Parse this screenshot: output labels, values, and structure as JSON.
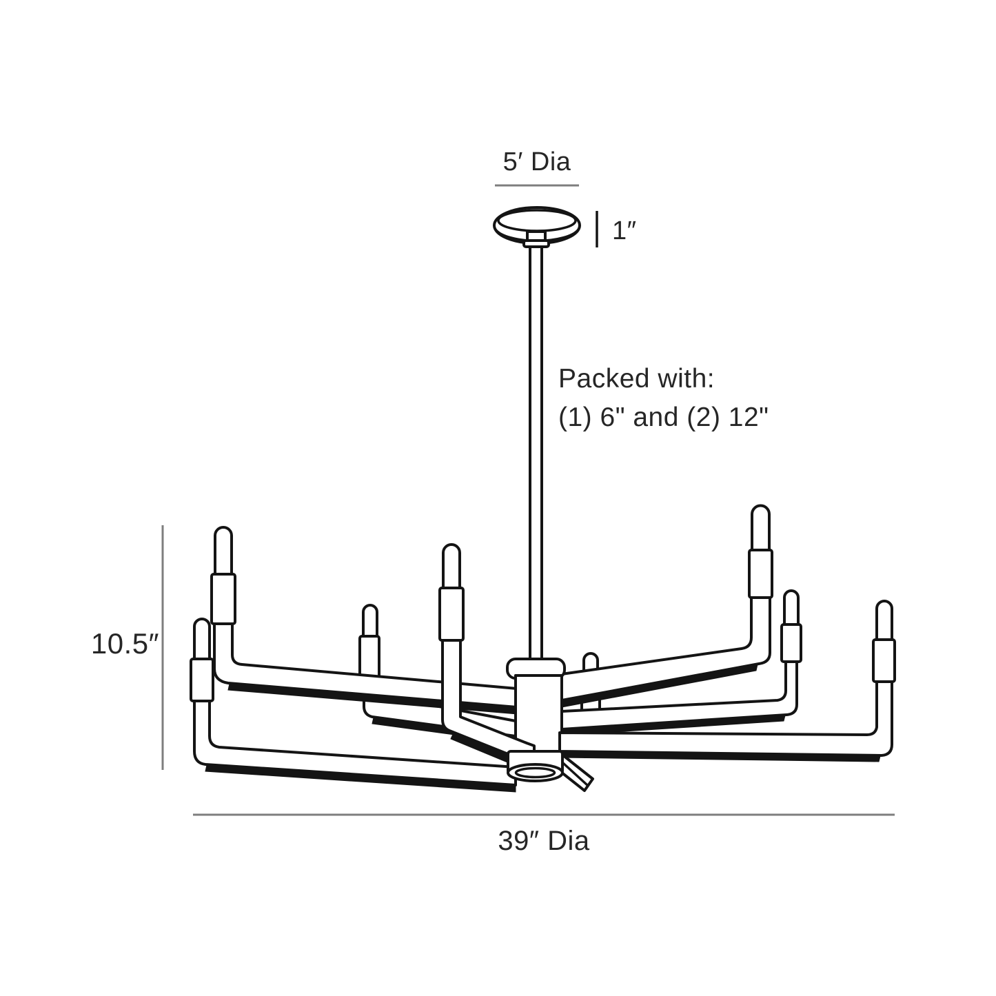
{
  "labels": {
    "canopy_diameter": "5′ Dia",
    "canopy_height": "1″",
    "packed_line1": "Packed with:",
    "packed_line2": "(1) 6\" and (2) 12\"",
    "fixture_height": "10.5″",
    "fixture_diameter": "39″ Dia"
  },
  "colors": {
    "line": "#141414",
    "dimension_line": "#7e7e7e",
    "text": "#262626",
    "background": "#ffffff"
  }
}
